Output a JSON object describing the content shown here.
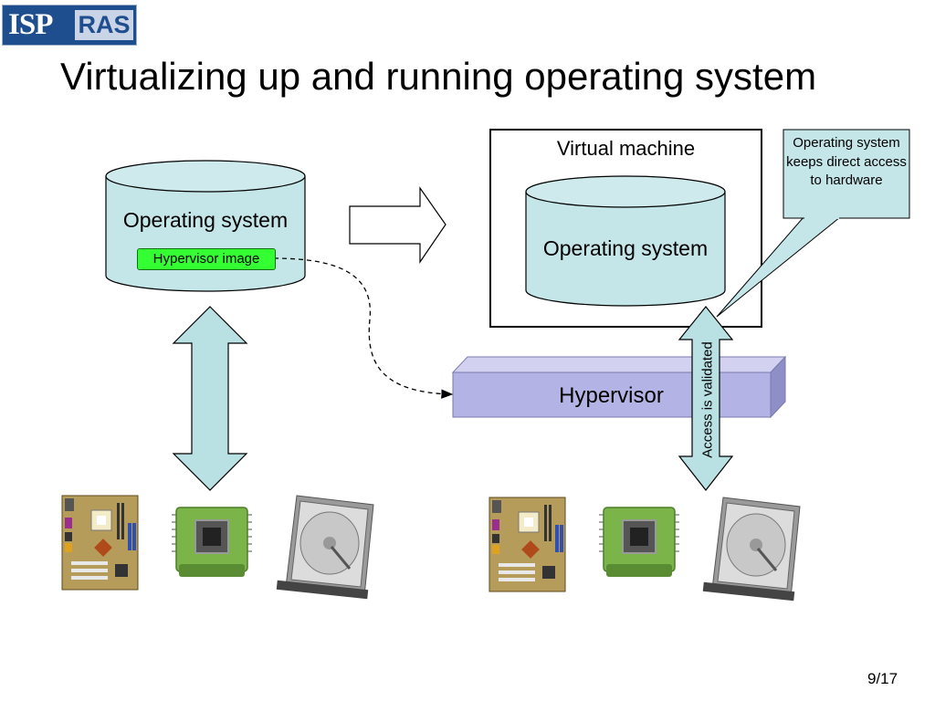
{
  "logo": {
    "part1": "ISP",
    "part2": "RAS"
  },
  "slide": {
    "title": "Virtualizing up and running operating system",
    "page_number": "9/17"
  },
  "diagram": {
    "left_os": "Operating system",
    "hypervisor_image": "Hypervisor image",
    "vm_label": "Virtual machine",
    "right_os": "Operating system",
    "hypervisor": "Hypervisor",
    "callout": "Operating system keeps direct access to hardware",
    "access_label": "Access is validated"
  },
  "colors": {
    "cylinder_fill": "#c5e6e8",
    "hypervisor_fill": "#b3b3e6",
    "hypervisor_image_fill": "#33ff33",
    "arrow_fill": "#b9e0e3",
    "callout_fill": "#c5e6e8"
  },
  "icons": {
    "hardware_left": [
      "motherboard-icon",
      "cpu-icon",
      "hard-disk-icon"
    ],
    "hardware_right": [
      "motherboard-icon",
      "cpu-icon",
      "hard-disk-icon"
    ]
  }
}
